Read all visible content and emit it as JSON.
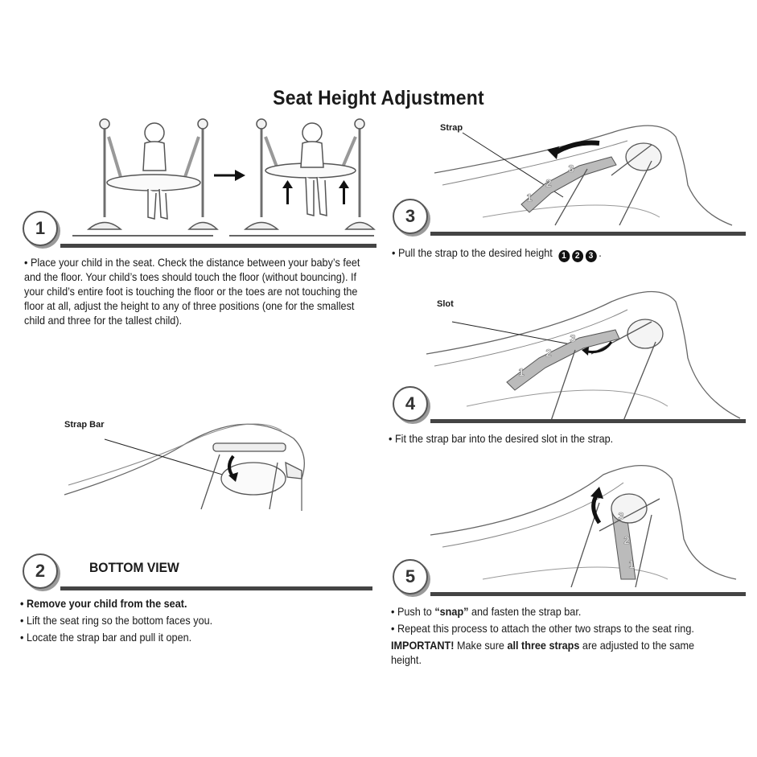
{
  "title": "Seat Height Adjustment",
  "steps": {
    "s1": {
      "number": "1",
      "text": "• Place your child in the seat. Check the distance between your baby’s feet and the floor. Your child’s toes should touch the floor (without bouncing). If your child’s entire foot is touching the floor or the toes are not touching the floor at all, adjust the height to any of three positions (one for the smallest child and three for the tallest child)."
    },
    "s2": {
      "number": "2",
      "heading": "BOTTOM VIEW",
      "label": "Strap Bar",
      "bullet1": "• Remove your child from the seat.",
      "bullet2": "• Lift the seat ring so the bottom faces you.",
      "bullet3": "• Locate the strap bar and pull it open."
    },
    "s3": {
      "number": "3",
      "label": "Strap",
      "text": "• Pull the strap to the desired height",
      "markers": [
        "1",
        "2",
        "3"
      ],
      "end": "."
    },
    "s4": {
      "number": "4",
      "label": "Slot",
      "text": "• Fit the strap bar into the desired slot in the strap."
    },
    "s5": {
      "number": "5",
      "line1_pre": "• Push to ",
      "line1_snap": "“snap”",
      "line1_post": " and fasten the strap bar.",
      "line2": "• Repeat this process to attach the other two straps to the seat ring.",
      "important": "IMPORTANT!",
      "line3_mid": " Make sure ",
      "line3_bold": "all three straps",
      "line3_post": " are adjusted to the same height."
    }
  },
  "strap_markers": [
    "1",
    "2",
    "3"
  ]
}
